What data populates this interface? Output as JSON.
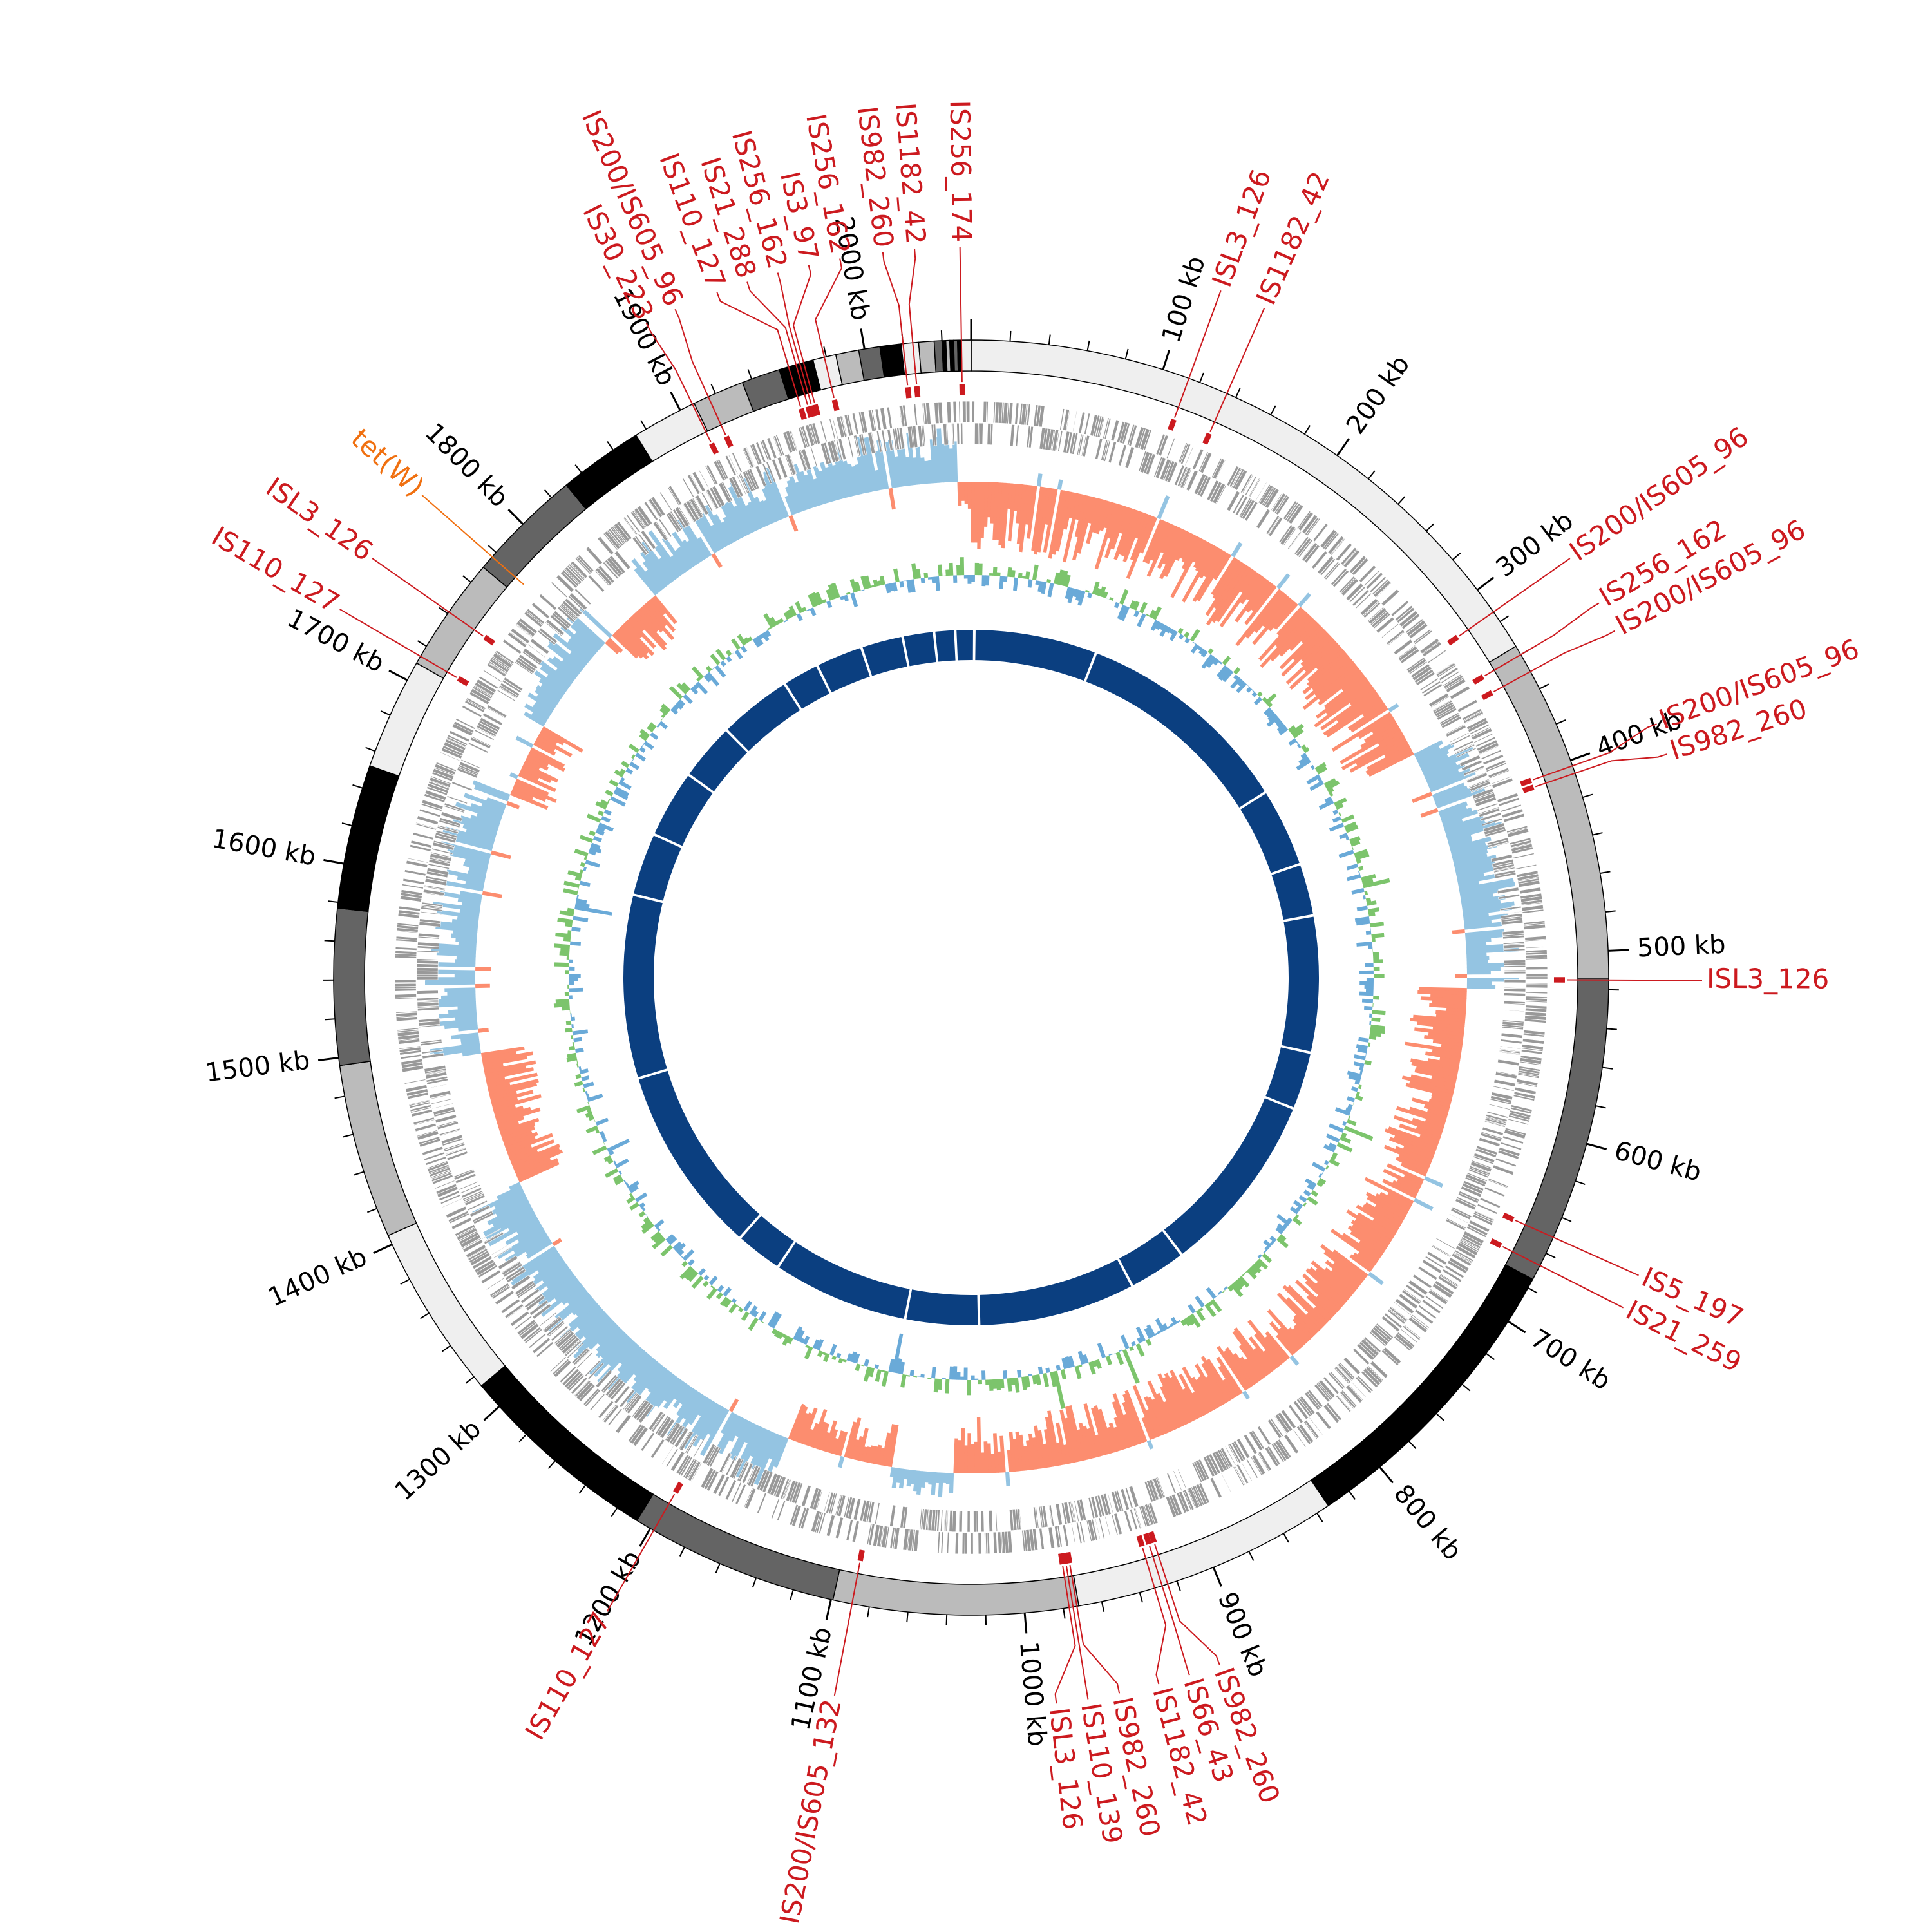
{
  "chart_data": {
    "type": "circular-genome-map",
    "genome_length_kb": 2055,
    "tick_labels": [
      "100 kb",
      "200 kb",
      "300 kb",
      "400 kb",
      "500 kb",
      "600 kb",
      "700 kb",
      "800 kb",
      "900 kb",
      "1000 kb",
      "1100 kb",
      "1200 kb",
      "1300 kb",
      "1400 kb",
      "1500 kb",
      "1600 kb",
      "1700 kb",
      "1800 kb",
      "1900 kb",
      "2000 kb"
    ],
    "major_tick_step_kb": 100,
    "minor_tick_step_kb": 20,
    "contigs": [
      {
        "start": 0,
        "end": 335,
        "shade": "#efefef"
      },
      {
        "start": 335,
        "end": 514,
        "shade": "#bbbbbb"
      },
      {
        "start": 514,
        "end": 675,
        "shade": "#646464"
      },
      {
        "start": 675,
        "end": 833,
        "shade": "#000000"
      },
      {
        "start": 833,
        "end": 972,
        "shade": "#efefef"
      },
      {
        "start": 972,
        "end": 1099,
        "shade": "#bbbbbb"
      },
      {
        "start": 1099,
        "end": 1208,
        "shade": "#646464"
      },
      {
        "start": 1208,
        "end": 1314,
        "shade": "#000000"
      },
      {
        "start": 1314,
        "end": 1405,
        "shade": "#efefef"
      },
      {
        "start": 1405,
        "end": 1496,
        "shade": "#bbbbbb"
      },
      {
        "start": 1496,
        "end": 1577,
        "shade": "#646464"
      },
      {
        "start": 1577,
        "end": 1652,
        "shade": "#000000"
      },
      {
        "start": 1652,
        "end": 1710,
        "shade": "#efefef"
      },
      {
        "start": 1710,
        "end": 1770,
        "shade": "#bbbbbb"
      },
      {
        "start": 1770,
        "end": 1830,
        "shade": "#646464"
      },
      {
        "start": 1830,
        "end": 1874,
        "shade": "#000000"
      },
      {
        "start": 1874,
        "end": 1908,
        "shade": "#efefef"
      },
      {
        "start": 1908,
        "end": 1935,
        "shade": "#bbbbbb"
      },
      {
        "start": 1935,
        "end": 1955,
        "shade": "#646464"
      },
      {
        "start": 1955,
        "end": 1973,
        "shade": "#000000"
      },
      {
        "start": 1973,
        "end": 1985,
        "shade": "#efefef"
      },
      {
        "start": 1985,
        "end": 1997,
        "shade": "#bbbbbb"
      },
      {
        "start": 1997,
        "end": 2008,
        "shade": "#646464"
      },
      {
        "start": 2008,
        "end": 2019,
        "shade": "#000000"
      },
      {
        "start": 2019,
        "end": 2028,
        "shade": "#efefef"
      },
      {
        "start": 2028,
        "end": 2036,
        "shade": "#bbbbbb"
      },
      {
        "start": 2036,
        "end": 2040,
        "shade": "#646464"
      },
      {
        "start": 2040,
        "end": 2042,
        "shade": "#000000"
      },
      {
        "start": 2042,
        "end": 2044,
        "shade": "#bbbbbb"
      },
      {
        "start": 2044,
        "end": 2046,
        "shade": "#000000"
      },
      {
        "start": 2046,
        "end": 2048,
        "shade": "#646464"
      },
      {
        "start": 2048,
        "end": 2050,
        "shade": "#000000"
      },
      {
        "start": 2050,
        "end": 2055,
        "shade": "#efefef"
      }
    ],
    "annotations": [
      {
        "label": "ISL3_126",
        "kb": 114,
        "type": "IS"
      },
      {
        "label": "IS1182_42",
        "kb": 135,
        "type": "IS"
      },
      {
        "label": "IS200/IS605_96",
        "kb": 314,
        "type": "IS"
      },
      {
        "label": "IS256_162",
        "kb": 340,
        "type": "IS"
      },
      {
        "label": "IS200/IS605_96",
        "kb": 350,
        "type": "IS"
      },
      {
        "label": "IS200/IS605_96",
        "kb": 403,
        "type": "IS"
      },
      {
        "label": "IS982_260",
        "kb": 407,
        "type": "IS"
      },
      {
        "label": "ISL3_126",
        "kb": 515,
        "type": "IS"
      },
      {
        "label": "IS5_197",
        "kb": 651,
        "type": "IS"
      },
      {
        "label": "IS21_259",
        "kb": 667,
        "type": "IS"
      },
      {
        "label": "IS1182_42",
        "kb": 932,
        "type": "IS"
      },
      {
        "label": "IS66_43",
        "kb": 928,
        "type": "IS"
      },
      {
        "label": "IS982_260",
        "kb": 925,
        "type": "IS"
      },
      {
        "label": "ISL3_126",
        "kb": 977,
        "type": "IS"
      },
      {
        "label": "IS110_139",
        "kb": 975,
        "type": "IS"
      },
      {
        "label": "IS982_260",
        "kb": 973,
        "type": "IS"
      },
      {
        "label": "IS200/IS605_132",
        "kb": 1089,
        "type": "IS"
      },
      {
        "label": "IS110_127",
        "kb": 1198,
        "type": "IS"
      },
      {
        "label": "IS110_127",
        "kb": 1714,
        "type": "IS"
      },
      {
        "label": "ISL3_126",
        "kb": 1741,
        "type": "IS"
      },
      {
        "label": "tet(W)",
        "kb": 1777,
        "type": "ARG"
      },
      {
        "label": "IS30_223",
        "kb": 1907,
        "type": "IS"
      },
      {
        "label": "IS200/IS605_96",
        "kb": 1916,
        "type": "IS"
      },
      {
        "label": "IS110_127",
        "kb": 1960,
        "type": "IS"
      },
      {
        "label": "IS21_288",
        "kb": 1964,
        "type": "IS"
      },
      {
        "label": "IS256_162",
        "kb": 1966,
        "type": "IS"
      },
      {
        "label": "IS3_97",
        "kb": 1968,
        "type": "IS"
      },
      {
        "label": "IS256_162",
        "kb": 1979,
        "type": "IS"
      },
      {
        "label": "IS982_260",
        "kb": 2020,
        "type": "IS"
      },
      {
        "label": "IS1182_42",
        "kb": 2025,
        "type": "IS"
      },
      {
        "label": "IS256_174",
        "kb": 2050,
        "type": "IS"
      }
    ],
    "gc_skew_segments": [
      {
        "start": 0,
        "end": 360,
        "sign": -1,
        "mag": 0.75
      },
      {
        "start": 360,
        "end": 520,
        "sign": 1,
        "mag": 0.6
      },
      {
        "start": 520,
        "end": 1040,
        "sign": -1,
        "mag": 0.6
      },
      {
        "start": 1040,
        "end": 1080,
        "sign": 1,
        "mag": 0.3
      },
      {
        "start": 1080,
        "end": 1150,
        "sign": -1,
        "mag": 0.45
      },
      {
        "start": 1150,
        "end": 1400,
        "sign": 1,
        "mag": 0.6
      },
      {
        "start": 1400,
        "end": 1490,
        "sign": -1,
        "mag": 0.55
      },
      {
        "start": 1490,
        "end": 1665,
        "sign": 1,
        "mag": 0.55
      },
      {
        "start": 1665,
        "end": 1715,
        "sign": -1,
        "mag": 0.5
      },
      {
        "start": 1715,
        "end": 1790,
        "sign": 1,
        "mag": 0.5
      },
      {
        "start": 1790,
        "end": 1830,
        "sign": -1,
        "mag": 0.55
      },
      {
        "start": 1830,
        "end": 2045,
        "sign": 1,
        "mag": 0.6
      },
      {
        "start": 2045,
        "end": 2055,
        "sign": -1,
        "mag": 0.4
      }
    ],
    "gc_content": {
      "bins": 700,
      "amplitude": 0.35
    },
    "core_genome_gaps_kb": [
      3,
      120,
      330,
      405,
      455,
      585,
      640,
      815,
      870,
      1020,
      1090,
      1220,
      1265,
      1445,
      1620,
      1680,
      1745,
      1800,
      1870,
      1905,
      1950,
      1990,
      2020,
      2040
    ],
    "colors": {
      "is_label": "#cc1a1f",
      "arg_label": "#f07010",
      "cds": "#999999",
      "skew_negative": "#fc8d6f",
      "skew_positive": "#94c4e2",
      "gc_high": "#7cc46c",
      "gc_low": "#6aaad8",
      "core": "#0b3f80"
    }
  }
}
